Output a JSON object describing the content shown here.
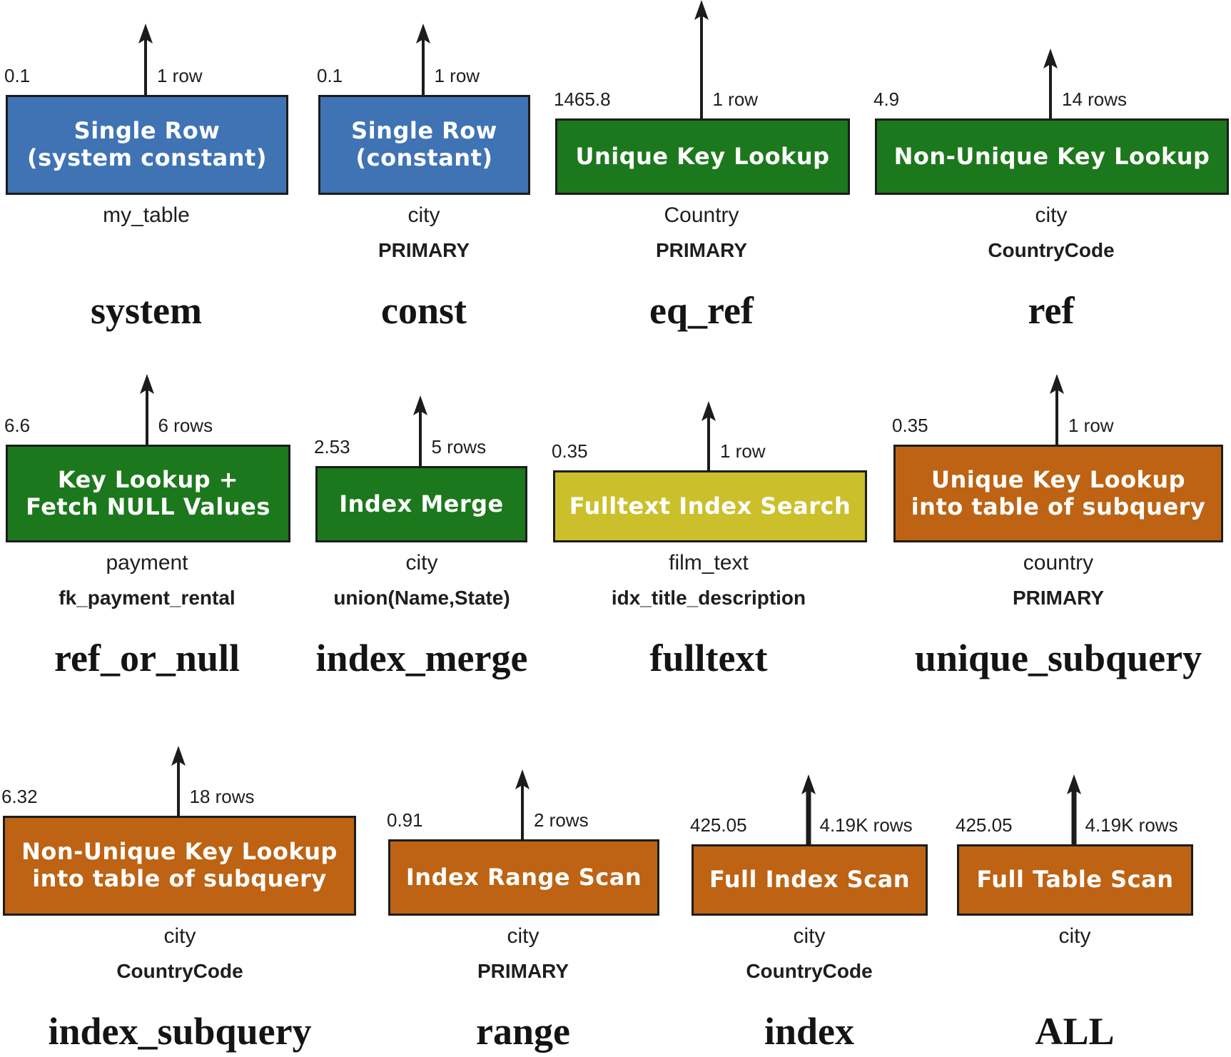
{
  "colors": {
    "blue": "#3f73b4",
    "green": "#1c781c",
    "yellow": "#cbc02b",
    "orange": "#bd6313",
    "border": "#1c1c1c",
    "text": "#1e1e1e"
  },
  "access_types": [
    {
      "id": "system",
      "cost": "0.1",
      "rows": "1 row",
      "operation": "Single Row\n(system constant)",
      "color": "blue",
      "table": "my_table",
      "key": "",
      "type": "system"
    },
    {
      "id": "const",
      "cost": "0.1",
      "rows": "1 row",
      "operation": "Single Row\n(constant)",
      "color": "blue",
      "table": "city",
      "key": "PRIMARY",
      "type": "const"
    },
    {
      "id": "eq-ref",
      "cost": "1465.8",
      "rows": "1 row",
      "operation": "Unique Key Lookup",
      "color": "green",
      "table": "Country",
      "key": "PRIMARY",
      "type": "eq_ref"
    },
    {
      "id": "ref",
      "cost": "4.9",
      "rows": "14 rows",
      "operation": "Non-Unique Key Lookup",
      "color": "green",
      "table": "city",
      "key": "CountryCode",
      "type": "ref"
    },
    {
      "id": "ref-or-null",
      "cost": "6.6",
      "rows": "6 rows",
      "operation": "Key Lookup +\nFetch NULL Values",
      "color": "green",
      "table": "payment",
      "key": "fk_payment_rental",
      "type": "ref_or_null"
    },
    {
      "id": "index-merge",
      "cost": "2.53",
      "rows": "5 rows",
      "operation": "Index Merge",
      "color": "green",
      "table": "city",
      "key": "union(Name,State)",
      "type": "index_merge"
    },
    {
      "id": "fulltext",
      "cost": "0.35",
      "rows": "1 row",
      "operation": "Fulltext Index Search",
      "color": "yellow",
      "table": "film_text",
      "key": "idx_title_description",
      "type": "fulltext"
    },
    {
      "id": "unique-subquery",
      "cost": "0.35",
      "rows": "1 row",
      "operation": "Unique Key Lookup\ninto table of subquery",
      "color": "orange",
      "table": "country",
      "key": "PRIMARY",
      "type": "unique_subquery"
    },
    {
      "id": "index-subquery",
      "cost": "6.32",
      "rows": "18 rows",
      "operation": "Non-Unique Key Lookup\ninto table of subquery",
      "color": "orange",
      "table": "city",
      "key": "CountryCode",
      "type": "index_subquery"
    },
    {
      "id": "range",
      "cost": "0.91",
      "rows": "2 rows",
      "operation": "Index Range Scan",
      "color": "orange",
      "table": "city",
      "key": "PRIMARY",
      "type": "range"
    },
    {
      "id": "index",
      "cost": "425.05",
      "rows": "4.19K rows",
      "operation": "Full Index Scan",
      "color": "orange",
      "table": "city",
      "key": "CountryCode",
      "type": "index"
    },
    {
      "id": "all",
      "cost": "425.05",
      "rows": "4.19K rows",
      "operation": "Full Table Scan",
      "color": "orange",
      "table": "city",
      "key": "",
      "type": "ALL"
    }
  ]
}
